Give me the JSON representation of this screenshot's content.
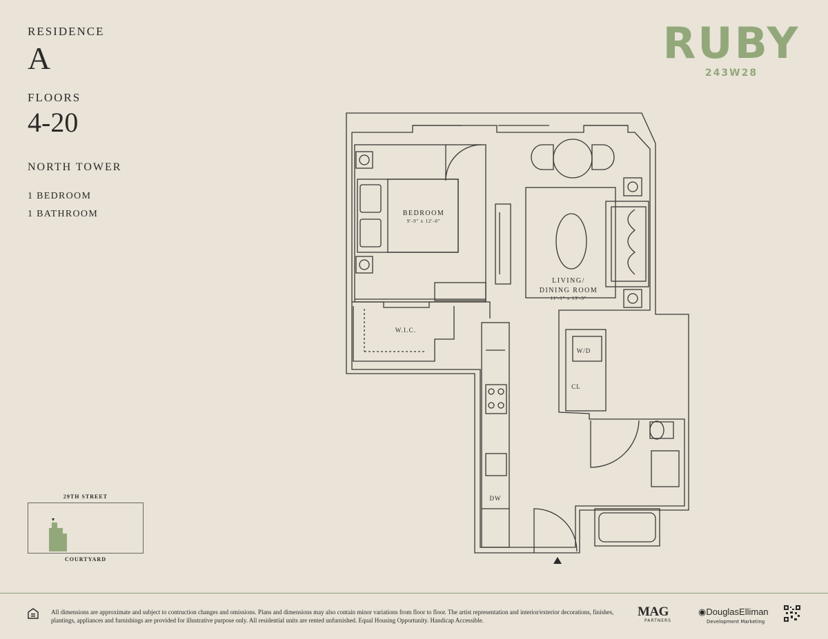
{
  "residence": {
    "label": "RESIDENCE",
    "value": "A"
  },
  "floors": {
    "label": "FLOORS",
    "value": "4-20"
  },
  "tower": "NORTH TOWER",
  "specs": [
    "1 BEDROOM",
    "1 BATHROOM"
  ],
  "brand": {
    "name": "RUBY",
    "sub": "243W28",
    "color": "#93a87a"
  },
  "keyplan": {
    "street": "29TH STREET",
    "courtyard": "COURTYARD"
  },
  "rooms": {
    "bedroom": {
      "name": "BEDROOM",
      "dims": "9'-9\" x 12'-0\""
    },
    "living_1": "LIVING/",
    "living_2": "DINING ROOM",
    "living_dims": "11'-1\" x 13'-3\"",
    "wic": "W.I.C.",
    "wd": "W/D",
    "cl": "CL",
    "dw": "DW"
  },
  "footer": {
    "disclaimer": "All dimensions are approximate and subject to contruction changes and omissions. Plans and dimensions may also contain minor variations from floor to floor. The artist representation and interior/exterior decorations, finishes, plantings, appliances and furnishings are provided for illustrative purpose only. All residential units are rented unfurnished. Equal Housing Opportunity. Handicap Accessible.",
    "mag_name": "MAG",
    "mag_sub": "PARTNERS",
    "de_name": "DouglasElliman",
    "de_sub": "Development Marketing"
  }
}
